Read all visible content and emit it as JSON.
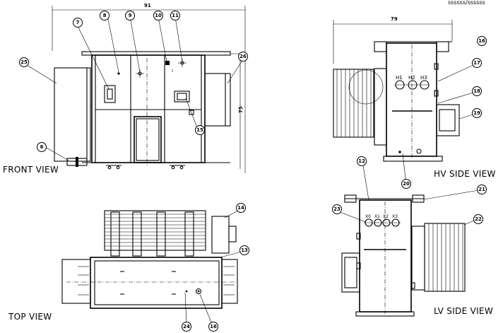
{
  "top_right_text": "ssssss/ssssss",
  "views": {
    "front": "FRONT VIEW",
    "top": "TOP VIEW",
    "hv_side": "HV SIDE VIEW",
    "lv_side": "LV SIDE VIEW"
  },
  "dimensions": {
    "front_width": "91",
    "front_height": "75",
    "hv_width": "79"
  },
  "hv_bushings": [
    "H1",
    "H2",
    "H3"
  ],
  "lv_bushings": [
    "X0",
    "X1",
    "X2",
    "X3"
  ],
  "callouts": {
    "c6": "6",
    "c7": "7",
    "c8": "8",
    "c9": "9",
    "c10": "10",
    "c11": "11",
    "c12": "12",
    "c13": "13",
    "c14": "14",
    "c15": "15",
    "c16a": "16",
    "c16b": "16",
    "c17": "17",
    "c18": "18",
    "c19": "19",
    "c20": "20",
    "c21": "21",
    "c22": "22",
    "c23": "23",
    "c24": "24",
    "c25": "25",
    "c26": "26"
  }
}
